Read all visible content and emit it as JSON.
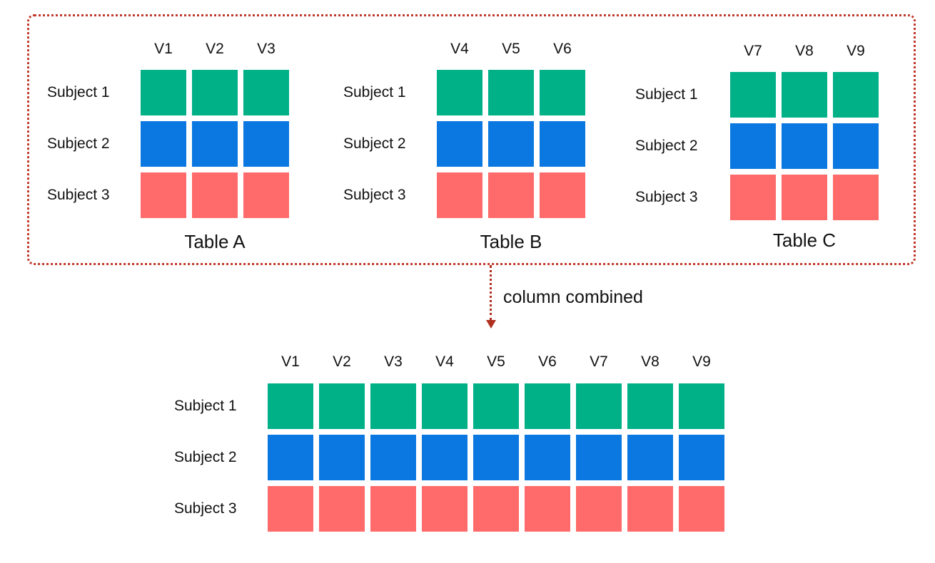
{
  "colors": {
    "subject_1": "#00b087",
    "subject_2": "#0a78e0",
    "subject_3": "#ff6b6b",
    "frame": "#c0392b",
    "arrow": "#b03020"
  },
  "source_tables": [
    {
      "caption": "Table A",
      "columns": [
        "V1",
        "V2",
        "V3"
      ],
      "rows": [
        "Subject 1",
        "Subject 2",
        "Subject 3"
      ]
    },
    {
      "caption": "Table B",
      "columns": [
        "V4",
        "V5",
        "V6"
      ],
      "rows": [
        "Subject 1",
        "Subject 2",
        "Subject 3"
      ]
    },
    {
      "caption": "Table C",
      "columns": [
        "V7",
        "V8",
        "V9"
      ],
      "rows": [
        "Subject 1",
        "Subject 2",
        "Subject 3"
      ]
    }
  ],
  "arrow": {
    "label": "column combined"
  },
  "combined_table": {
    "columns": [
      "V1",
      "V2",
      "V3",
      "V4",
      "V5",
      "V6",
      "V7",
      "V8",
      "V9"
    ],
    "rows": [
      "Subject 1",
      "Subject 2",
      "Subject 3"
    ]
  }
}
